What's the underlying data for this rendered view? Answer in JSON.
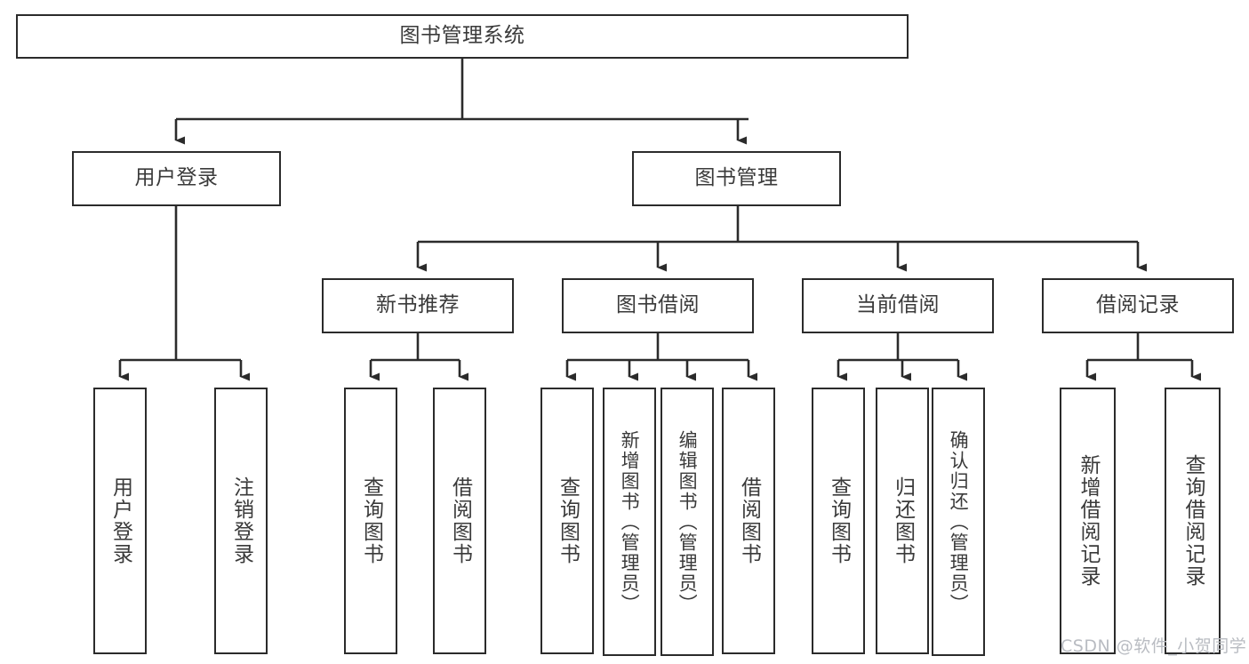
{
  "diagram": {
    "title": "图书管理系统",
    "type": "hierarchy-tree",
    "style": {
      "box_border_color": "#2b2b2b",
      "box_fill": "#ffffff",
      "text_color": "#3a3a3a",
      "connector_color": "#2b2b2b",
      "watermark_color": "#b9bcc2"
    },
    "root": {
      "label": "图书管理系统"
    },
    "level2": [
      {
        "label": "用户登录"
      },
      {
        "label": "图书管理"
      }
    ],
    "level3": [
      {
        "label": "新书推荐"
      },
      {
        "label": "图书借阅"
      },
      {
        "label": "当前借阅"
      },
      {
        "label": "借阅记录"
      }
    ],
    "leaves": {
      "user_login": [
        {
          "label": "用户登录"
        },
        {
          "label": "注销登录"
        }
      ],
      "new_book_recommend": [
        {
          "label": "查询图书"
        },
        {
          "label": "借阅图书"
        }
      ],
      "book_borrow": [
        {
          "label": "查询图书"
        },
        {
          "label": "新增图书（管理员）"
        },
        {
          "label": "编辑图书（管理员）"
        },
        {
          "label": "借阅图书"
        }
      ],
      "current_borrow": [
        {
          "label": "查询图书"
        },
        {
          "label": "归还图书"
        },
        {
          "label": "确认归还（管理员）"
        }
      ],
      "borrow_records": [
        {
          "label": "新增借阅记录"
        },
        {
          "label": "查询借阅记录"
        }
      ]
    },
    "watermark": "CSDN @软件_小贺同学"
  }
}
